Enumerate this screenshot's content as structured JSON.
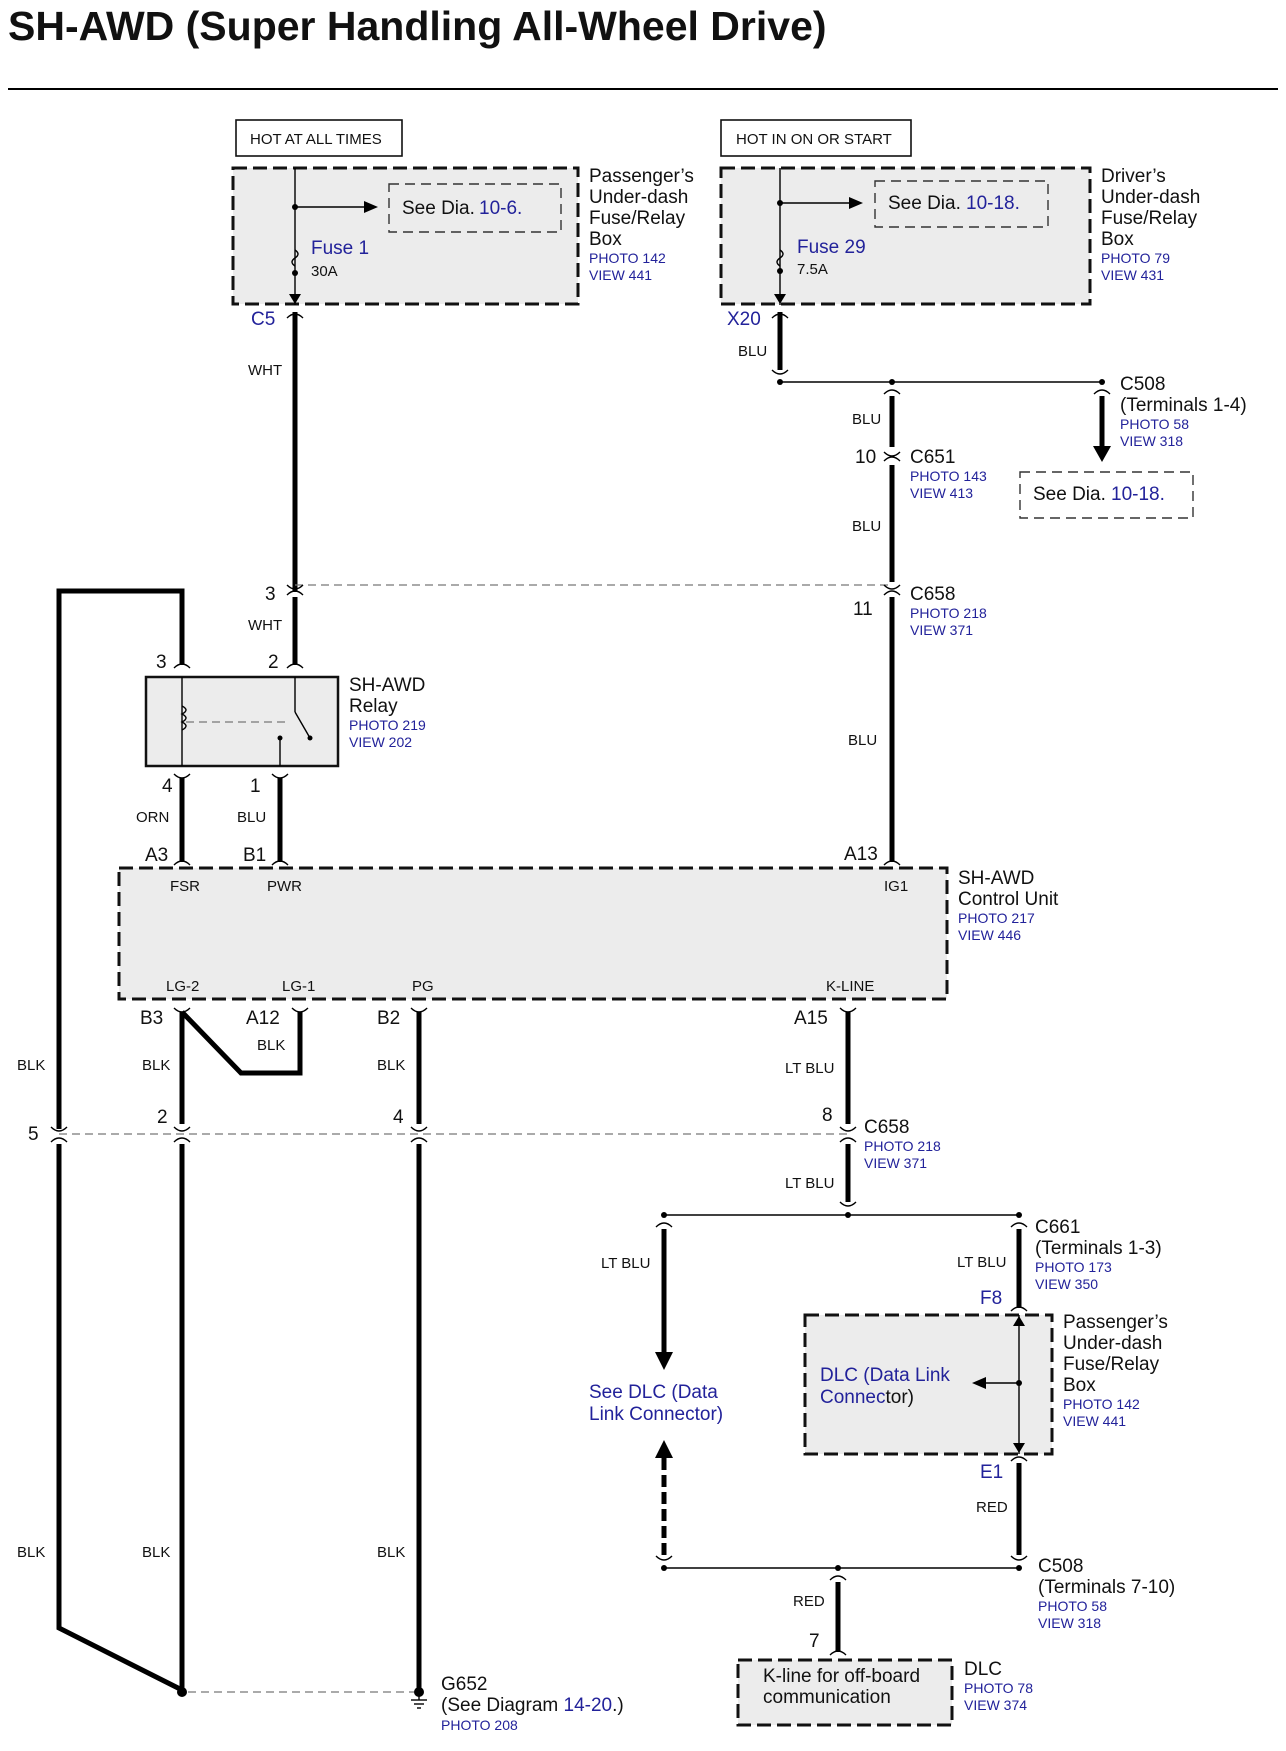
{
  "title": "SH-AWD (Super Handling All-Wheel Drive)",
  "hot_labels": {
    "left": "HOT AT ALL TIMES",
    "right": "HOT IN ON OR START"
  },
  "pass_fuse_box": {
    "name": [
      "Passenger’s",
      "Under-dash",
      "Fuse/Relay",
      "Box"
    ],
    "photo": "PHOTO 142",
    "view": "VIEW 441",
    "see_prefix": "See Dia.",
    "see_ref": "10-6.",
    "fuse": "Fuse 1",
    "rating": "30A",
    "connector": "C5"
  },
  "driver_fuse_box": {
    "name": [
      "Driver’s",
      "Under-dash",
      "Fuse/Relay",
      "Box"
    ],
    "photo": "PHOTO 79",
    "view": "VIEW 431",
    "see_prefix": "See Dia.",
    "see_ref": "10-18.",
    "fuse": "Fuse 29",
    "rating": "7.5A",
    "connector": "X20"
  },
  "c508_top": {
    "name": "C508",
    "terminals": "(Terminals 1-4)",
    "photo": "PHOTO 58",
    "view": "VIEW 318",
    "see_prefix": "See Dia.",
    "see_ref": "10-18."
  },
  "c651": {
    "name": "C651",
    "photo": "PHOTO 143",
    "view": "VIEW 413",
    "pin": "10"
  },
  "c658_top": {
    "name": "C658",
    "photo": "PHOTO 218",
    "view": "VIEW 371",
    "pin_left": "3",
    "pin_right": "11"
  },
  "relay": {
    "name": [
      "SH-AWD",
      "Relay"
    ],
    "photo": "PHOTO 219",
    "view": "VIEW 202",
    "pins": [
      "3",
      "2",
      "4",
      "1"
    ]
  },
  "control_unit": {
    "name": [
      "SH-AWD",
      "Control Unit"
    ],
    "photo": "PHOTO 217",
    "view": "VIEW 446",
    "top_pins": [
      {
        "conn": "A3",
        "term": "FSR"
      },
      {
        "conn": "B1",
        "term": "PWR"
      },
      {
        "conn": "A13",
        "term": "IG1"
      }
    ],
    "bottom_pins": [
      {
        "conn": "B3",
        "term": "LG-2"
      },
      {
        "conn": "A12",
        "term": "LG-1"
      },
      {
        "conn": "B2",
        "term": "PG"
      },
      {
        "conn": "A15",
        "term": "K-LINE"
      }
    ]
  },
  "c658_bottom": {
    "name": "C658",
    "photo": "PHOTO 218",
    "view": "VIEW 371",
    "pins": [
      "5",
      "2",
      "4",
      "8"
    ]
  },
  "c661": {
    "name": "C661",
    "terminals": "(Terminals 1-3)",
    "photo": "PHOTO 173",
    "view": "VIEW 350"
  },
  "dlc_see": [
    "See DLC (Data",
    "Link Connector)"
  ],
  "pass_fuse_box2": {
    "name": [
      "Passenger’s",
      "Under-dash",
      "Fuse/Relay",
      "Box"
    ],
    "photo": "PHOTO 142",
    "view": "VIEW 441",
    "dlc_line1_blue": "DLC (Data Link",
    "dlc_line2_blue": "Connec",
    "dlc_line2_black": "tor)",
    "top_conn": "F8",
    "bottom_conn": "E1"
  },
  "c508_bottom": {
    "name": "C508",
    "terminals": "(Terminals 7-10)",
    "photo": "PHOTO 58",
    "view": "VIEW 318"
  },
  "dlc_box": {
    "text": [
      "K-line for off-board",
      "communication"
    ],
    "name": "DLC",
    "photo": "PHOTO 78",
    "view": "VIEW 374",
    "pin": "7"
  },
  "g652": {
    "name": "G652",
    "see_prefix": "(See Diagram ",
    "see_ref": "14-20",
    "see_suffix": ".)",
    "photo": "PHOTO 208"
  },
  "wire_colors": {
    "wht": "WHT",
    "blu": "BLU",
    "orn": "ORN",
    "blk": "BLK",
    "lt_blu": "LT BLU",
    "red": "RED"
  },
  "colors": {
    "link_blue": "#22229a",
    "box_fill": "#ececec"
  }
}
